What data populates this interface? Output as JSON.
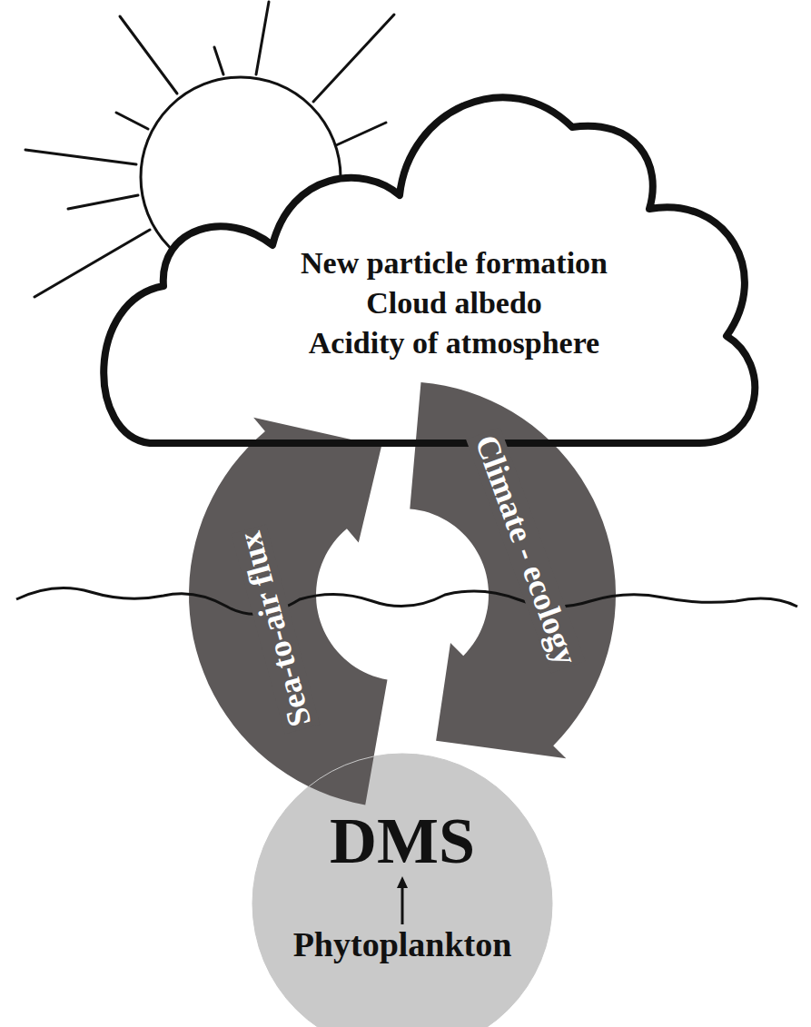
{
  "diagram": {
    "nodes": [
      {
        "text": [
          "New particle formation",
          "Cloud albedo",
          "Acidity of atmosphere"
        ]
      },
      {
        "text": [
          "DMS",
          "Phytoplankton"
        ]
      }
    ],
    "edges": [
      {
        "from": 1,
        "to": 0,
        "arrow": "to",
        "label": "Sea-to-air flux"
      },
      {
        "from": 0,
        "to": 1,
        "arrow": "to",
        "label": "Climate - ecology"
      }
    ]
  }
}
